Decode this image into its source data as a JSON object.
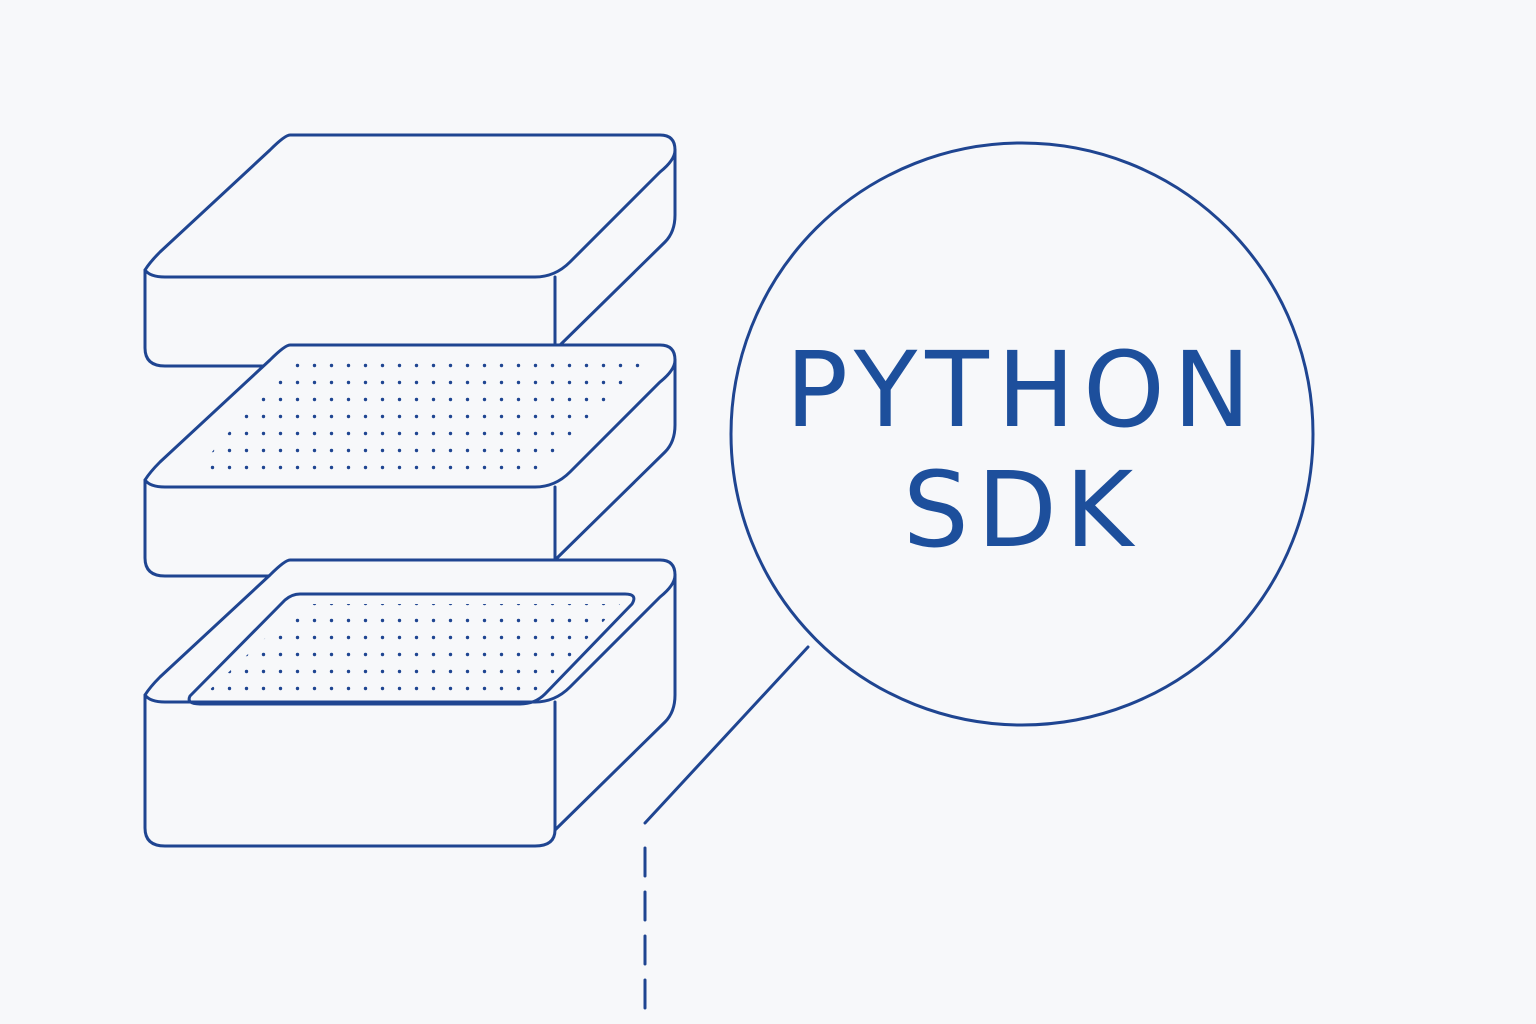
{
  "diagram": {
    "stack": {
      "layers": [
        {
          "id": "top",
          "surface": "plain"
        },
        {
          "id": "middle",
          "surface": "dotted"
        },
        {
          "id": "bottom",
          "surface": "dotted-inset-tray"
        }
      ]
    },
    "callout": {
      "line1": "PYTHON",
      "line2": "SDK",
      "connector": "solid-line-then-dashed"
    },
    "colors": {
      "stroke": "#1f4591",
      "text": "#1d4f9c",
      "background": "#f7f8fa"
    }
  }
}
